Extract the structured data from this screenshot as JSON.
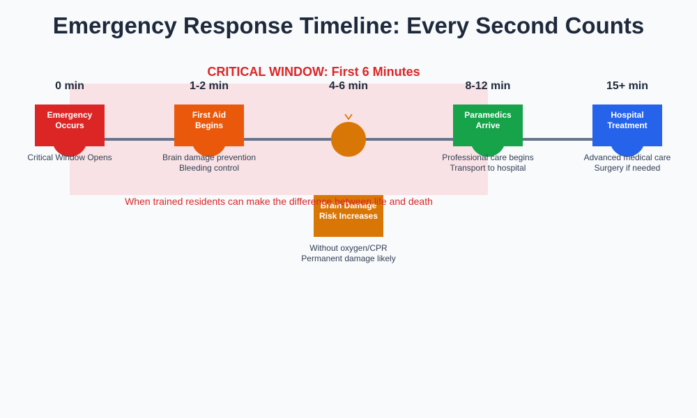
{
  "title": "Emergency Response Timeline: Every Second Counts",
  "critical_window": {
    "label": "CRITICAL WINDOW: First 6 Minutes",
    "note": "When trained residents can make the difference between life and death"
  },
  "colors": {
    "red": "#dc2626",
    "orange": "#ea580c",
    "amber": "#d97706",
    "green": "#16a34a",
    "blue": "#2563eb",
    "axis": "#64748b",
    "window": "#fadadd"
  },
  "stages": [
    {
      "time": "0 min",
      "title_lines": [
        "Emergency",
        "Occurs"
      ],
      "desc_lines": [
        "Critical Window Opens"
      ],
      "color": "#dc2626"
    },
    {
      "time": "1-2 min",
      "title_lines": [
        "First Aid",
        "Begins"
      ],
      "desc_lines": [
        "Brain damage prevention",
        "Bleeding control"
      ],
      "color": "#ea580c"
    },
    {
      "time": "4-6 min",
      "title_lines": [
        "Brain Damage",
        "Risk Increases"
      ],
      "desc_lines": [
        "Without oxygen/CPR",
        "Permanent damage likely"
      ],
      "color": "#d97706",
      "icon": "warning-chevron-icon"
    },
    {
      "time": "8-12 min",
      "title_lines": [
        "Paramedics",
        "Arrive"
      ],
      "desc_lines": [
        "Professional care begins",
        "Transport to hospital"
      ],
      "color": "#16a34a"
    },
    {
      "time": "15+ min",
      "title_lines": [
        "Hospital",
        "Treatment"
      ],
      "desc_lines": [
        "Advanced medical care",
        "Surgery if needed"
      ],
      "color": "#2563eb"
    }
  ]
}
